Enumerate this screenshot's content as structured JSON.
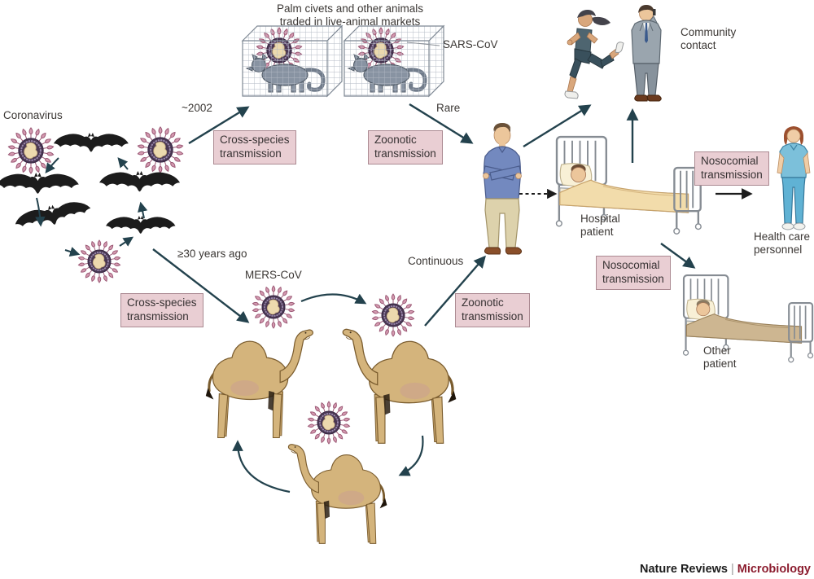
{
  "title": {
    "line1": "Palm civets and other animals",
    "line2": "traded in live-animal markets"
  },
  "labels": {
    "coronavirus": "Coronavirus",
    "sars_cov": "SARS-CoV",
    "mers_cov": "MERS-CoV",
    "approx_2002": "~2002",
    "ge30_years": "≥30 years ago",
    "rare": "Rare",
    "continuous": "Continuous",
    "community_contact": [
      "Community",
      "contact"
    ],
    "hospital_patient": [
      "Hospital",
      "patient"
    ],
    "health_care_personnel": [
      "Health care",
      "personnel"
    ],
    "other_patient": [
      "Other",
      "patient"
    ]
  },
  "boxes": {
    "cross_species": [
      "Cross-species",
      "transmission"
    ],
    "zoonotic": [
      "Zoonotic",
      "transmission"
    ],
    "nosocomial": [
      "Nosocomial",
      "transmission"
    ]
  },
  "footer": {
    "brand": "Nature Reviews",
    "separator": "|",
    "journal": "Microbiology"
  },
  "colors": {
    "box_fill": "#e9ced3",
    "box_border": "#ab8a92",
    "arrow": "#23424d",
    "journal_red": "#8c1d2f",
    "virus_spike": "#d49ab0",
    "virus_body": "#4a3752"
  }
}
